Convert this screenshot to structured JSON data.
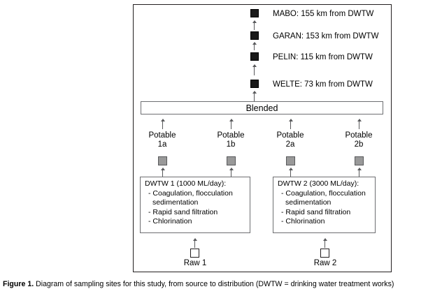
{
  "figure": {
    "caption_label": "Figure 1.",
    "caption_text": " Diagram of sampling sites for this study, from source to distribution (DWTW = drinking water treatment works)"
  },
  "diagram": {
    "distribution_sites": [
      {
        "marker": "black-square",
        "label": "MABO: 155 km from DWTW"
      },
      {
        "marker": "black-square",
        "label": "GARAN: 153 km from DWTW"
      },
      {
        "marker": "black-square",
        "label": "PELIN: 115 km from DWTW"
      },
      {
        "marker": "black-square",
        "label": "WELTE: 73 km from DWTW"
      }
    ],
    "blended": {
      "label": "Blended"
    },
    "potable_points": [
      {
        "word": "Potable",
        "id": "1a",
        "marker": "gray-square"
      },
      {
        "word": "Potable",
        "id": "1b",
        "marker": "gray-square"
      },
      {
        "word": "Potable",
        "id": "2a",
        "marker": "gray-square"
      },
      {
        "word": "Potable",
        "id": "2b",
        "marker": "gray-square"
      }
    ],
    "treatment_works": [
      {
        "title": "DWTW 1 (1000 ML/day):",
        "steps": [
          "- Coagulation, flocculation",
          "sedimentation",
          "- Rapid sand filtration",
          "- Chlorination"
        ]
      },
      {
        "title": "DWTW 2 (3000 ML/day):",
        "steps": [
          "- Coagulation, flocculation",
          "sedimentation",
          "- Rapid sand filtration",
          "- Chlorination"
        ]
      }
    ],
    "raw_sources": [
      {
        "marker": "white-square",
        "label": "Raw 1"
      },
      {
        "marker": "white-square",
        "label": "Raw 2"
      }
    ],
    "colors": {
      "frame_border": "#231f20",
      "black_marker": "#1a1a1a",
      "gray_marker": "#999999",
      "white_marker": "#ffffff",
      "box_border": "#6d6e71",
      "arrow": "#58595b"
    }
  }
}
